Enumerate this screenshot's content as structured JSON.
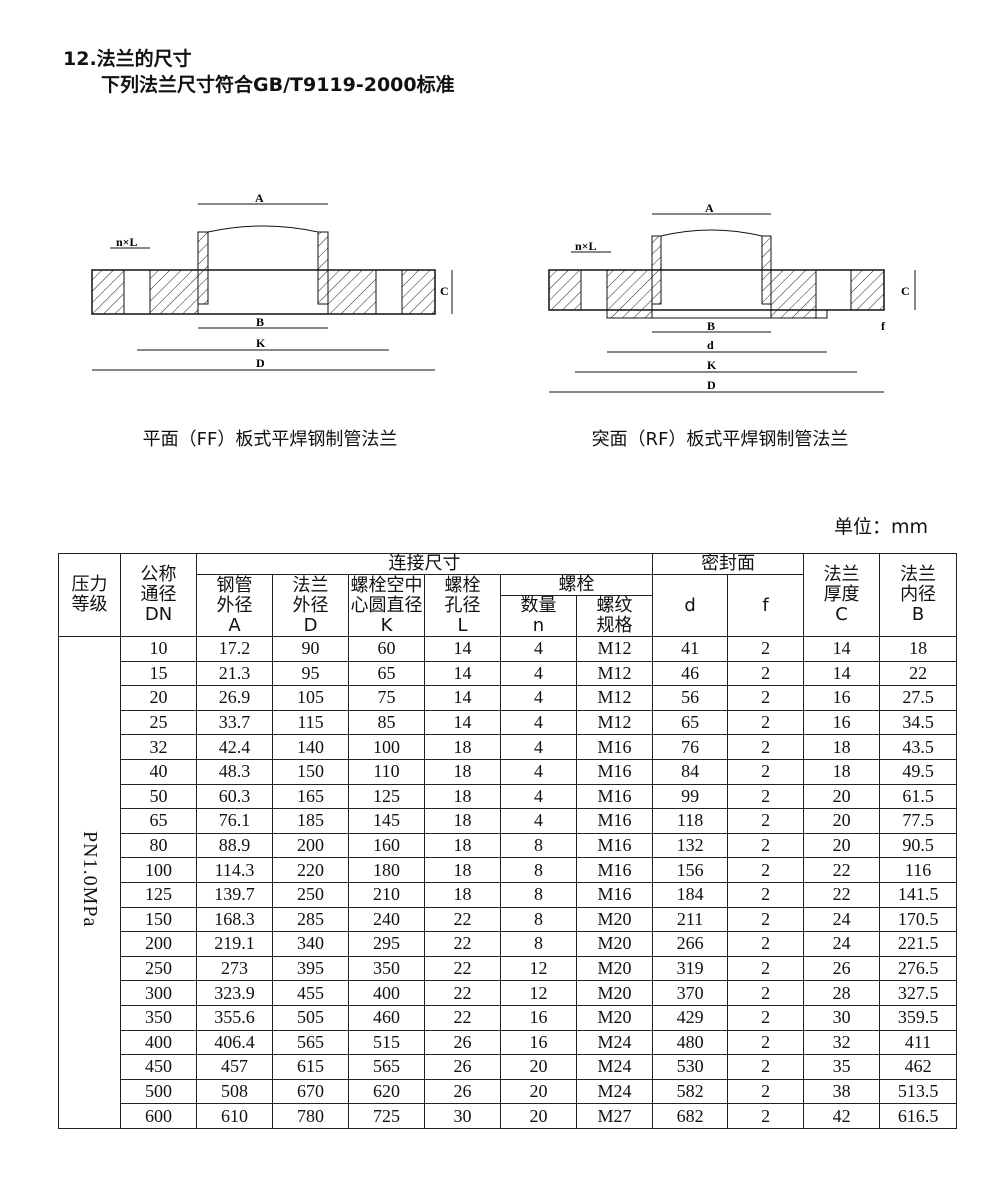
{
  "heading": {
    "line1": "12.法兰的尺寸",
    "line2": "下列法兰尺寸符合GB/T9119-2000标准"
  },
  "diagrams": {
    "ff": {
      "caption": "平面（FF）板式平焊钢制管法兰",
      "labels": {
        "a": "A",
        "b": "B",
        "k": "K",
        "d": "D",
        "c": "C",
        "nl": "n×L"
      }
    },
    "rf": {
      "caption": "突面（RF）板式平焊钢制管法兰",
      "labels": {
        "a": "A",
        "b": "B",
        "d_small": "d",
        "k": "K",
        "d": "D",
        "c": "C",
        "f": "f",
        "nl": "n×L"
      }
    }
  },
  "unit": "单位：mm",
  "table": {
    "headers": {
      "pressure": [
        "压力",
        "等级"
      ],
      "dn": [
        "公称",
        "通径",
        "DN"
      ],
      "connection": "连接尺寸",
      "pipe_od": [
        "钢管",
        "外径",
        "A"
      ],
      "flange_od": [
        "法兰",
        "外径",
        "D"
      ],
      "bolt_circle": [
        "螺栓空中",
        "心圆直径",
        "K"
      ],
      "bolt_hole": [
        "螺栓",
        "孔径",
        "L"
      ],
      "bolts": "螺栓",
      "bolt_qty": [
        "数量",
        "n"
      ],
      "bolt_thread": [
        "螺纹",
        "规格"
      ],
      "sealing": "密封面",
      "seal_d": "d",
      "seal_f": "f",
      "thickness": [
        "法兰",
        "厚度",
        "C"
      ],
      "inner": [
        "法兰",
        "内径",
        "B"
      ]
    },
    "pressure_class": "PN1.0MPa",
    "rows": [
      [
        "10",
        "17.2",
        "90",
        "60",
        "14",
        "4",
        "M12",
        "41",
        "2",
        "14",
        "18"
      ],
      [
        "15",
        "21.3",
        "95",
        "65",
        "14",
        "4",
        "M12",
        "46",
        "2",
        "14",
        "22"
      ],
      [
        "20",
        "26.9",
        "105",
        "75",
        "14",
        "4",
        "M12",
        "56",
        "2",
        "16",
        "27.5"
      ],
      [
        "25",
        "33.7",
        "115",
        "85",
        "14",
        "4",
        "M12",
        "65",
        "2",
        "16",
        "34.5"
      ],
      [
        "32",
        "42.4",
        "140",
        "100",
        "18",
        "4",
        "M16",
        "76",
        "2",
        "18",
        "43.5"
      ],
      [
        "40",
        "48.3",
        "150",
        "110",
        "18",
        "4",
        "M16",
        "84",
        "2",
        "18",
        "49.5"
      ],
      [
        "50",
        "60.3",
        "165",
        "125",
        "18",
        "4",
        "M16",
        "99",
        "2",
        "20",
        "61.5"
      ],
      [
        "65",
        "76.1",
        "185",
        "145",
        "18",
        "4",
        "M16",
        "118",
        "2",
        "20",
        "77.5"
      ],
      [
        "80",
        "88.9",
        "200",
        "160",
        "18",
        "8",
        "M16",
        "132",
        "2",
        "20",
        "90.5"
      ],
      [
        "100",
        "114.3",
        "220",
        "180",
        "18",
        "8",
        "M16",
        "156",
        "2",
        "22",
        "116"
      ],
      [
        "125",
        "139.7",
        "250",
        "210",
        "18",
        "8",
        "M16",
        "184",
        "2",
        "22",
        "141.5"
      ],
      [
        "150",
        "168.3",
        "285",
        "240",
        "22",
        "8",
        "M20",
        "211",
        "2",
        "24",
        "170.5"
      ],
      [
        "200",
        "219.1",
        "340",
        "295",
        "22",
        "8",
        "M20",
        "266",
        "2",
        "24",
        "221.5"
      ],
      [
        "250",
        "273",
        "395",
        "350",
        "22",
        "12",
        "M20",
        "319",
        "2",
        "26",
        "276.5"
      ],
      [
        "300",
        "323.9",
        "455",
        "400",
        "22",
        "12",
        "M20",
        "370",
        "2",
        "28",
        "327.5"
      ],
      [
        "350",
        "355.6",
        "505",
        "460",
        "22",
        "16",
        "M20",
        "429",
        "2",
        "30",
        "359.5"
      ],
      [
        "400",
        "406.4",
        "565",
        "515",
        "26",
        "16",
        "M24",
        "480",
        "2",
        "32",
        "411"
      ],
      [
        "450",
        "457",
        "615",
        "565",
        "26",
        "20",
        "M24",
        "530",
        "2",
        "35",
        "462"
      ],
      [
        "500",
        "508",
        "670",
        "620",
        "26",
        "20",
        "M24",
        "582",
        "2",
        "38",
        "513.5"
      ],
      [
        "600",
        "610",
        "780",
        "725",
        "30",
        "20",
        "M27",
        "682",
        "2",
        "42",
        "616.5"
      ]
    ]
  }
}
